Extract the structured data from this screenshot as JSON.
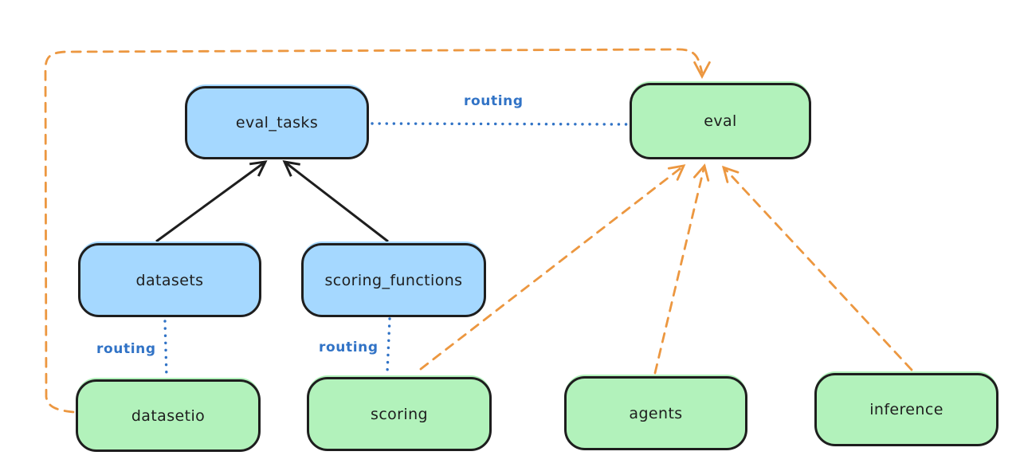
{
  "diagram": {
    "background_color": "#ffffff",
    "palette": {
      "node_fill_blue": "#a5d8ff",
      "node_fill_green": "#b2f2bb",
      "node_stroke": "#1e1e1e",
      "arrow_black": "#1e1e1e",
      "arrow_orange": "#ec9740",
      "routing_label_blue": "#3173c6"
    },
    "nodes": [
      {
        "id": "eval_tasks",
        "label": "eval_tasks",
        "fill": "blue"
      },
      {
        "id": "eval",
        "label": "eval",
        "fill": "green"
      },
      {
        "id": "datasets",
        "label": "datasets",
        "fill": "blue"
      },
      {
        "id": "scoring_functions",
        "label": "scoring_functions",
        "fill": "blue"
      },
      {
        "id": "datasetio",
        "label": "datasetio",
        "fill": "green"
      },
      {
        "id": "scoring",
        "label": "scoring",
        "fill": "green"
      },
      {
        "id": "agents",
        "label": "agents",
        "fill": "green"
      },
      {
        "id": "inference",
        "label": "inference",
        "fill": "green"
      }
    ],
    "edges": [
      {
        "from": "datasets",
        "to": "eval_tasks",
        "style": "solid",
        "color": "black",
        "arrowhead": true
      },
      {
        "from": "scoring_functions",
        "to": "eval_tasks",
        "style": "solid",
        "color": "black",
        "arrowhead": true
      },
      {
        "from": "eval_tasks",
        "to": "eval",
        "style": "dotted",
        "color": "blue",
        "label": "routing"
      },
      {
        "from": "datasets",
        "to": "datasetio",
        "style": "dotted",
        "color": "blue",
        "label": "routing"
      },
      {
        "from": "scoring_functions",
        "to": "scoring",
        "style": "dotted",
        "color": "blue",
        "label": "routing"
      },
      {
        "from": "datasetio",
        "to": "eval",
        "style": "dashed",
        "color": "orange",
        "arrowhead": true,
        "route": "around-top-left"
      },
      {
        "from": "scoring",
        "to": "eval",
        "style": "dashed",
        "color": "orange",
        "arrowhead": true
      },
      {
        "from": "agents",
        "to": "eval",
        "style": "dashed",
        "color": "orange",
        "arrowhead": true
      },
      {
        "from": "inference",
        "to": "eval",
        "style": "dashed",
        "color": "orange",
        "arrowhead": true
      }
    ]
  }
}
